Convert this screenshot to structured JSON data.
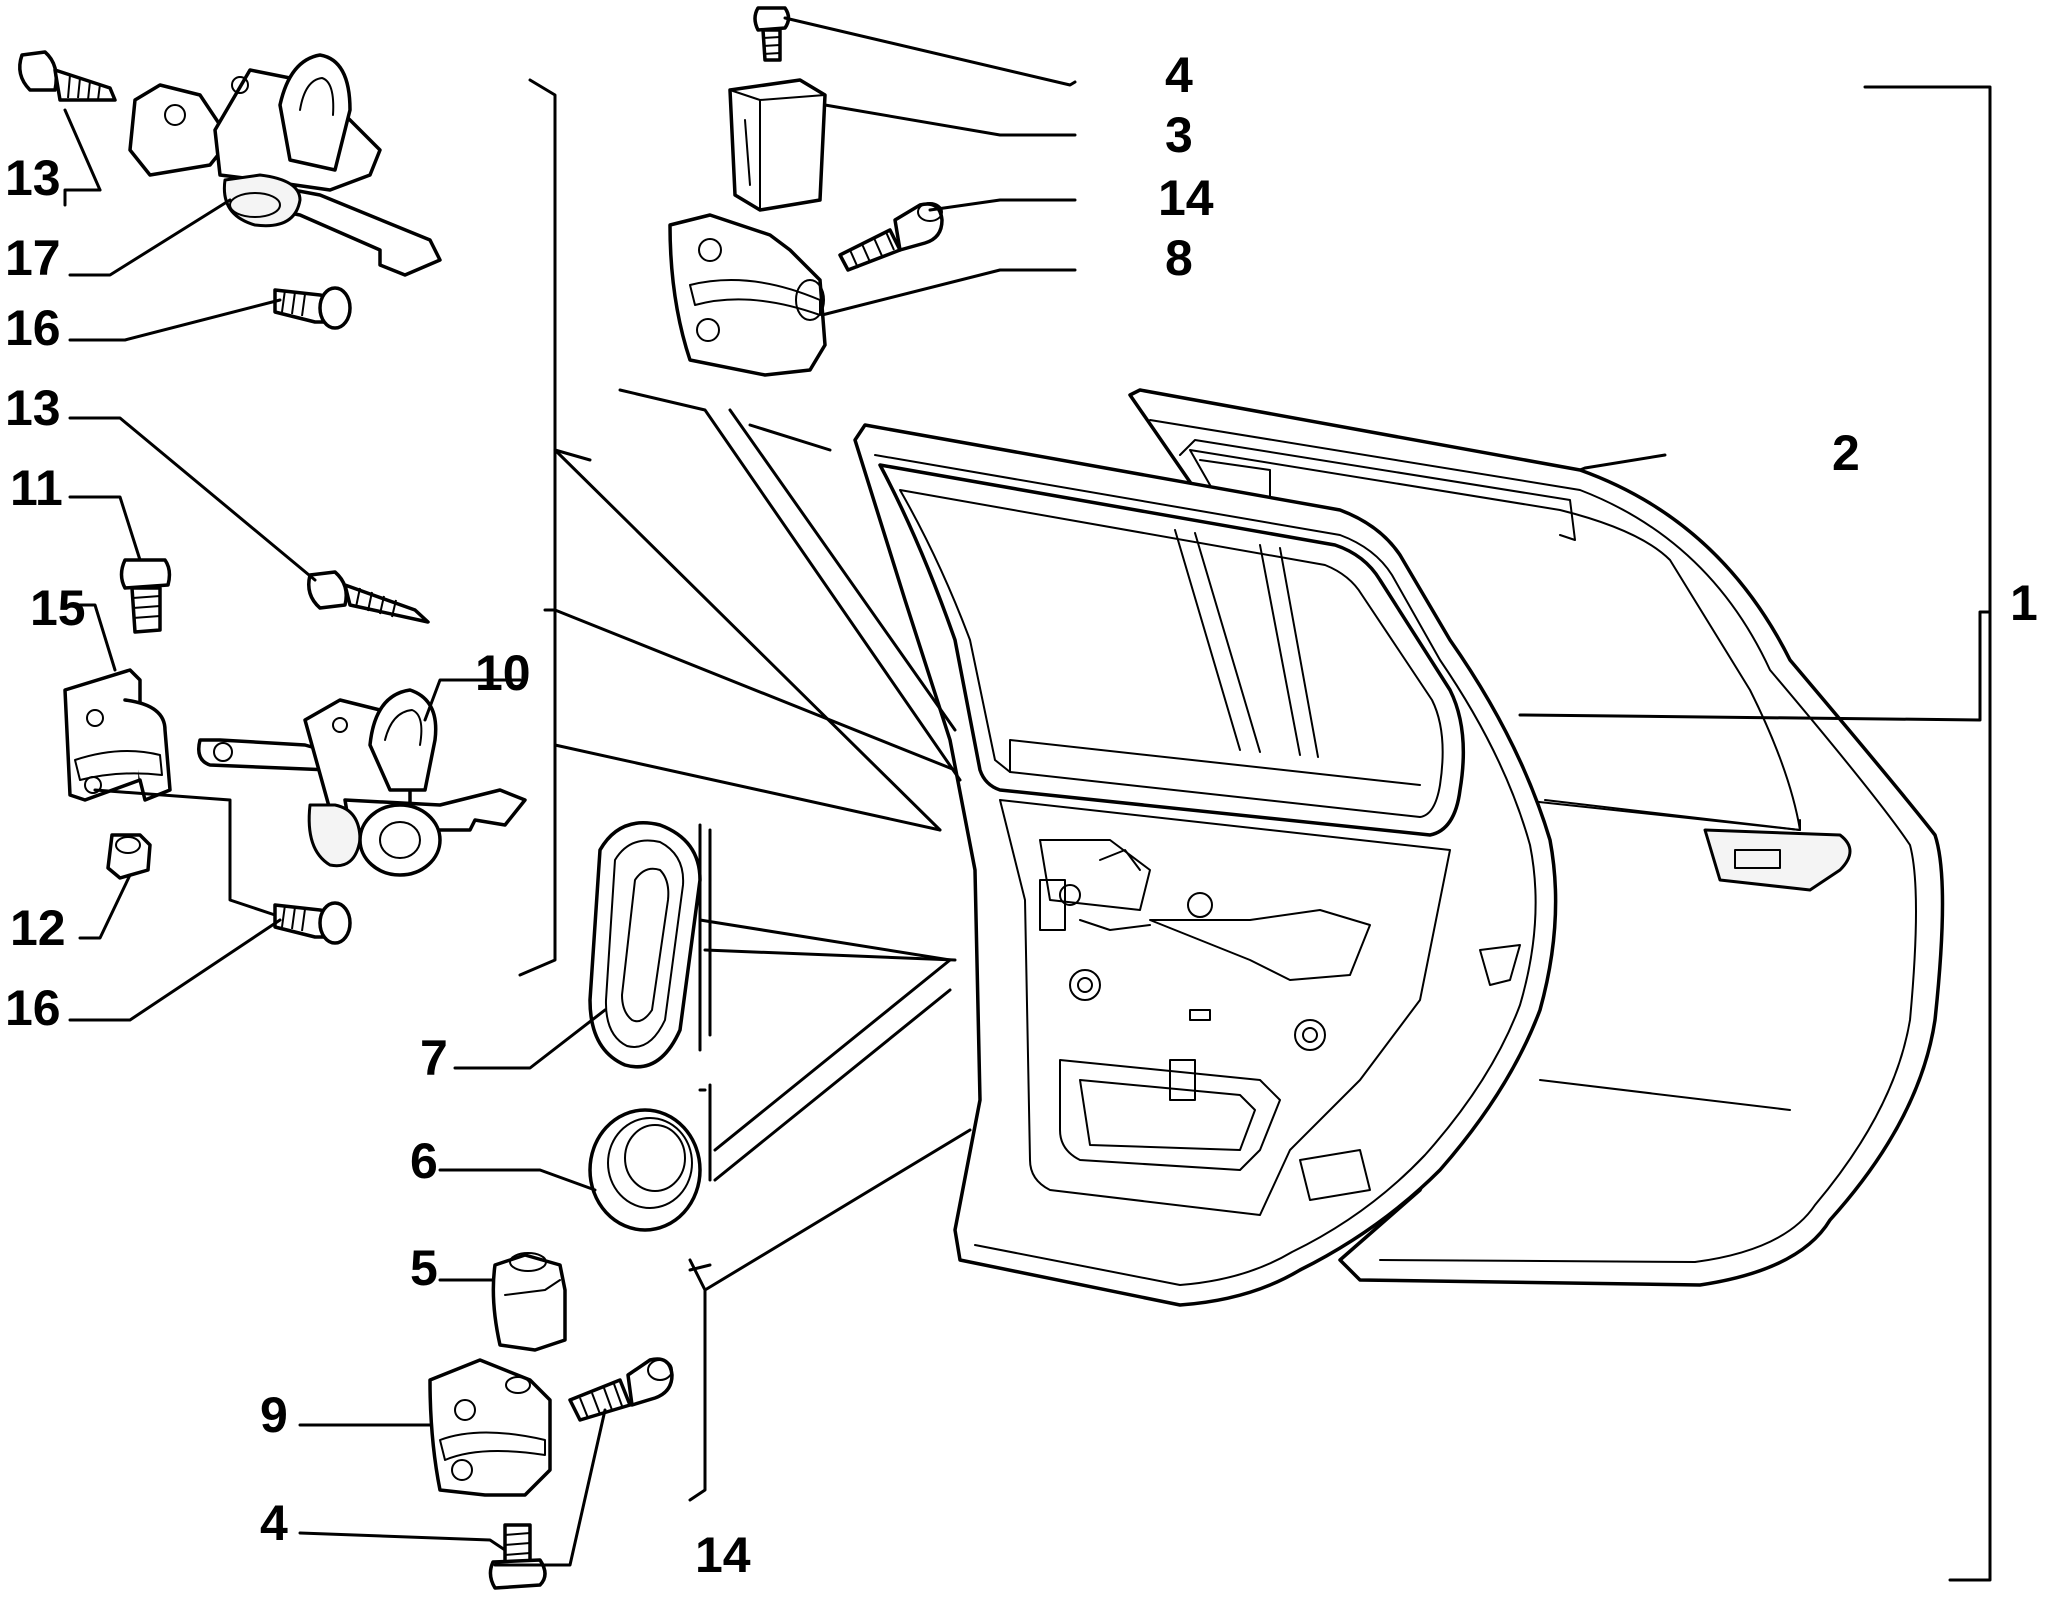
{
  "diagram": {
    "callouts": [
      {
        "id": "c13a",
        "text": "13"
      },
      {
        "id": "c17",
        "text": "17"
      },
      {
        "id": "c16a",
        "text": "16"
      },
      {
        "id": "c13b",
        "text": "13"
      },
      {
        "id": "c11",
        "text": "11"
      },
      {
        "id": "c15",
        "text": "15"
      },
      {
        "id": "c12",
        "text": "12"
      },
      {
        "id": "c16b",
        "text": "16"
      },
      {
        "id": "c7",
        "text": "7"
      },
      {
        "id": "c6",
        "text": "6"
      },
      {
        "id": "c5",
        "text": "5"
      },
      {
        "id": "c9",
        "text": "9"
      },
      {
        "id": "c4b",
        "text": "4"
      },
      {
        "id": "c14b",
        "text": "14"
      },
      {
        "id": "c10",
        "text": "10"
      },
      {
        "id": "c4a",
        "text": "4"
      },
      {
        "id": "c3",
        "text": "3"
      },
      {
        "id": "c14a",
        "text": "14"
      },
      {
        "id": "c8",
        "text": "8"
      },
      {
        "id": "c2",
        "text": "2"
      },
      {
        "id": "c1",
        "text": "1"
      }
    ]
  }
}
